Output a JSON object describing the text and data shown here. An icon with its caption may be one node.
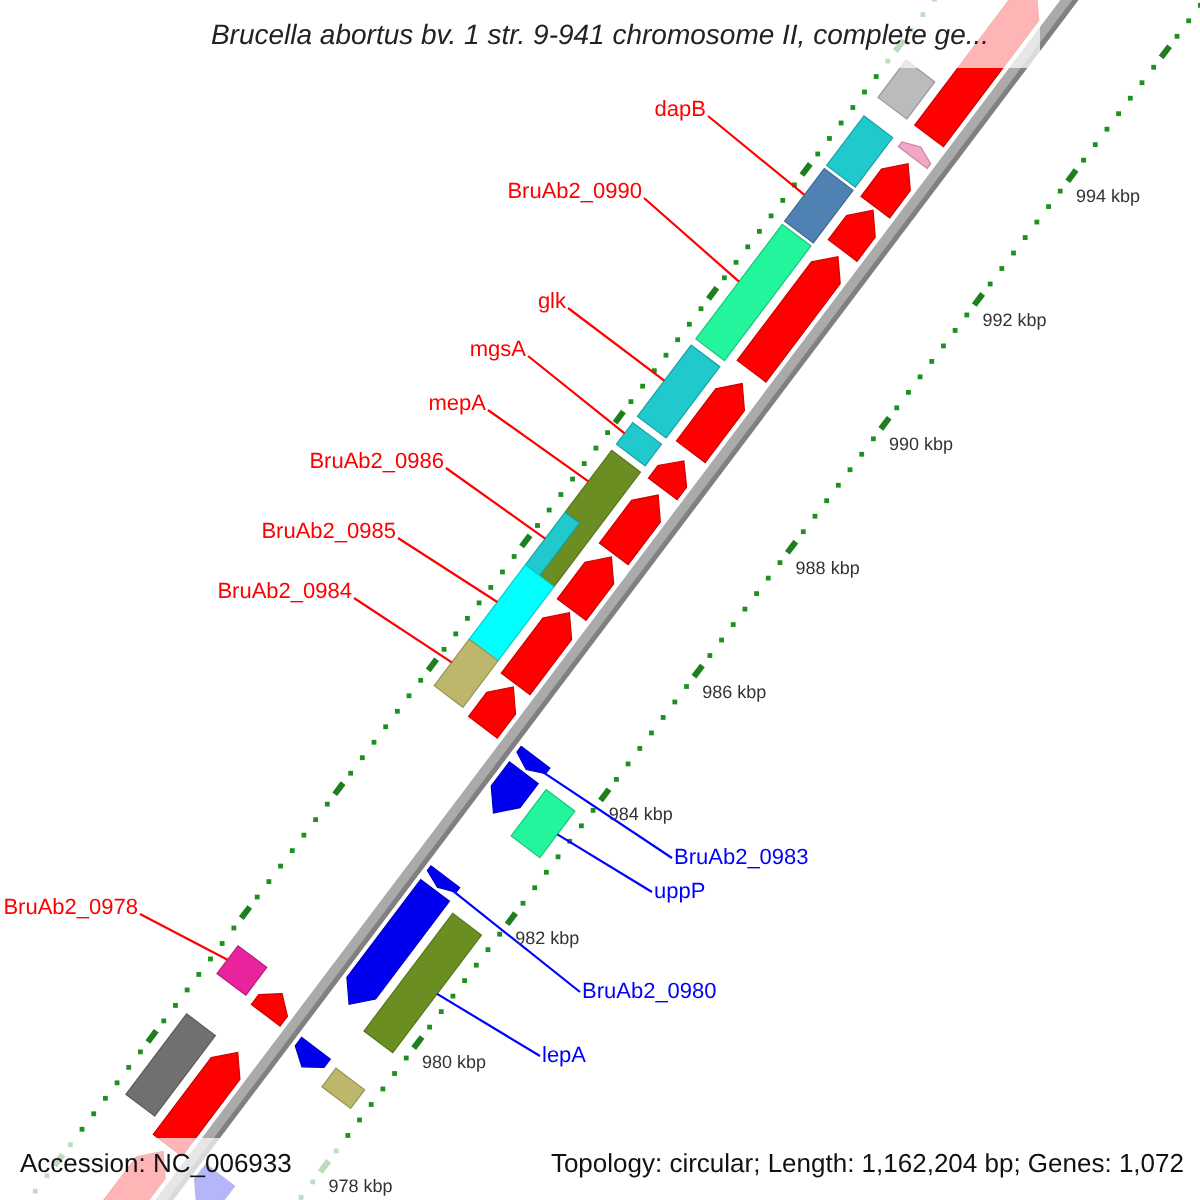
{
  "diagram": {
    "title": "Brucella abortus bv. 1 str. 9-941 chromosome II, complete ge...",
    "nodes": [
      {
        "text": [
          "dapB"
        ]
      },
      {
        "text": [
          "BruAb2_0990"
        ]
      },
      {
        "text": [
          "glk"
        ]
      },
      {
        "text": [
          "mgsA"
        ]
      },
      {
        "text": [
          "mepA"
        ]
      },
      {
        "text": [
          "BruAb2_0986"
        ]
      },
      {
        "text": [
          "BruAb2_0985"
        ]
      },
      {
        "text": [
          "BruAb2_0984"
        ]
      },
      {
        "text": [
          "BruAb2_0978"
        ]
      },
      {
        "text": [
          "BruAb2_0983"
        ]
      },
      {
        "text": [
          "uppP"
        ]
      },
      {
        "text": [
          "BruAb2_0980"
        ]
      },
      {
        "text": [
          "lepA"
        ]
      },
      {
        "text": [],
        "shape": "bar"
      },
      {
        "text": [],
        "shape": "arrow"
      },
      {
        "text": [],
        "shape": "arrow"
      },
      {
        "text": [],
        "shape": "bar"
      },
      {
        "text": [],
        "shape": "bar"
      },
      {
        "text": [],
        "shape": "arrow"
      },
      {
        "text": [],
        "shape": "arrow"
      },
      {
        "text": [],
        "shape": "bar"
      },
      {
        "text": [],
        "shape": "arrow"
      },
      {
        "text": [],
        "shape": "bar"
      },
      {
        "text": [],
        "shape": "arrow"
      },
      {
        "text": [],
        "shape": "bar"
      },
      {
        "text": [],
        "shape": "arrow"
      },
      {
        "text": [],
        "shape": "bar"
      },
      {
        "text": [],
        "shape": "arrow"
      },
      {
        "text": [],
        "shape": "bar"
      },
      {
        "text": [],
        "shape": "arrow"
      },
      {
        "text": [],
        "shape": "bar"
      },
      {
        "text": [],
        "shape": "arrow"
      },
      {
        "text": [],
        "shape": "bar"
      },
      {
        "text": [],
        "shape": "arrow"
      },
      {
        "text": [],
        "shape": "arrow"
      },
      {
        "text": [],
        "shape": "arrow"
      },
      {
        "text": [],
        "shape": "bar"
      },
      {
        "text": [],
        "shape": "arrow"
      },
      {
        "text": [],
        "shape": "arrow"
      },
      {
        "text": [],
        "shape": "bar"
      },
      {
        "text": [],
        "shape": "bar"
      },
      {
        "text": [],
        "shape": "arrow"
      },
      {
        "text": [],
        "shape": "arrow"
      },
      {
        "text": [],
        "shape": "bar"
      },
      {
        "text": [],
        "shape": "bar"
      },
      {
        "text": [],
        "shape": "arrow"
      },
      {
        "text": [],
        "shape": "arrow"
      },
      {
        "text": [],
        "shape": "arrow"
      }
    ],
    "edges": [
      {
        "from": 0,
        "to": 17,
        "arrow": "none"
      },
      {
        "from": 1,
        "to": 20,
        "arrow": "none"
      },
      {
        "from": 2,
        "to": 22,
        "arrow": "none"
      },
      {
        "from": 3,
        "to": 24,
        "arrow": "none"
      },
      {
        "from": 4,
        "to": 26,
        "arrow": "none"
      },
      {
        "from": 5,
        "to": 28,
        "arrow": "none"
      },
      {
        "from": 6,
        "to": 30,
        "arrow": "none"
      },
      {
        "from": 7,
        "to": 32,
        "arrow": "none"
      },
      {
        "from": 8,
        "to": 40,
        "arrow": "none"
      },
      {
        "from": 9,
        "to": 34,
        "arrow": "none",
        "color": "#0000ff"
      },
      {
        "from": 10,
        "to": 36,
        "arrow": "none",
        "color": "#0000ff"
      },
      {
        "from": 11,
        "to": 37,
        "arrow": "none",
        "color": "#0000ff"
      },
      {
        "from": 12,
        "to": 39,
        "arrow": "none",
        "color": "#0000ff"
      }
    ],
    "labels": [
      "994 kbp",
      "992 kbp",
      "990 kbp",
      "988 kbp",
      "986 kbp",
      "984 kbp",
      "982 kbp",
      "980 kbp",
      "978 kbp",
      "Accession: NC_006933",
      "Topology: circular; Length: 1,162,204 bp; Genes: 1,072"
    ]
  }
}
